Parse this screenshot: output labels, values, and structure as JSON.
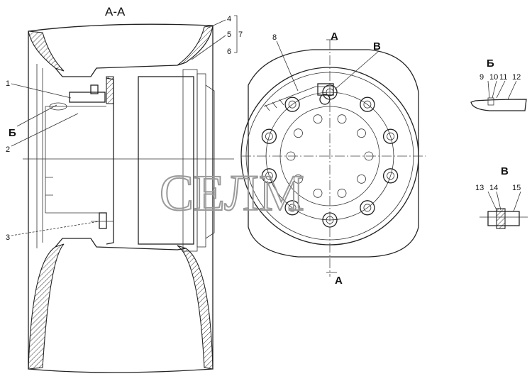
{
  "views": {
    "section": "А-А",
    "detail_b": "Б",
    "detail_v": "В",
    "cut_top": "А",
    "cut_bottom": "А",
    "ref_b": "Б",
    "ref_v": "В"
  },
  "callouts": {
    "c1": "1",
    "c2": "2",
    "c3": "3",
    "c4": "4",
    "c5": "5",
    "c6": "6",
    "c7": "7",
    "c8": "8",
    "c9": "9",
    "c10": "10",
    "c11": "11",
    "c12": "12",
    "c13": "13",
    "c14": "14",
    "c15": "15"
  },
  "watermark": "СЕЛМ"
}
